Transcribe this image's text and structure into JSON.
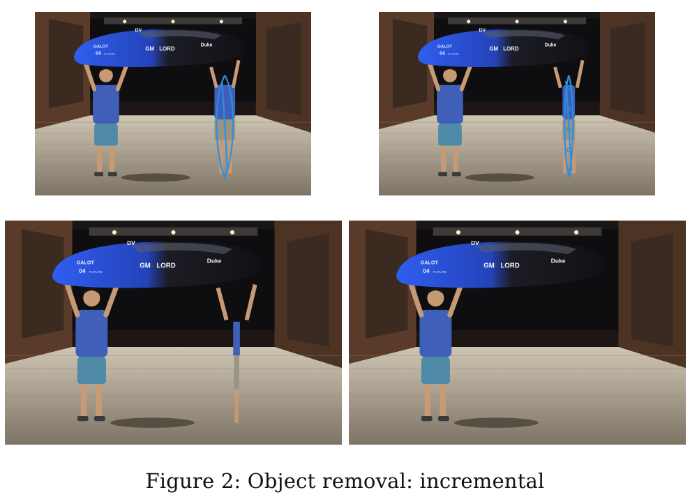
{
  "figure": {
    "caption": "Figure 2: Object removal: incremental",
    "panels": [
      {
        "id": "p1",
        "stage": "stroke",
        "body_seam": "loop"
      },
      {
        "id": "p2",
        "stage": "stroke",
        "body_seam": "narrow-loop"
      },
      {
        "id": "p3",
        "stage": "partial-removal",
        "body_seam": "thin-strip"
      },
      {
        "id": "p4",
        "stage": "removed",
        "body_seam": "none"
      }
    ],
    "vehicle_text": {
      "logo": "DV",
      "sponsor1": "GM",
      "sponsor2": "LORD",
      "sponsor3": "Duke",
      "number": "04",
      "brand": "GALOT",
      "small": "FUTURE"
    },
    "colors": {
      "accent_blue": "#2a4fd8",
      "stroke_blue": "#2c8fe0",
      "wall_brick": "#5a3b2a",
      "floor": "#a89c8a"
    }
  }
}
